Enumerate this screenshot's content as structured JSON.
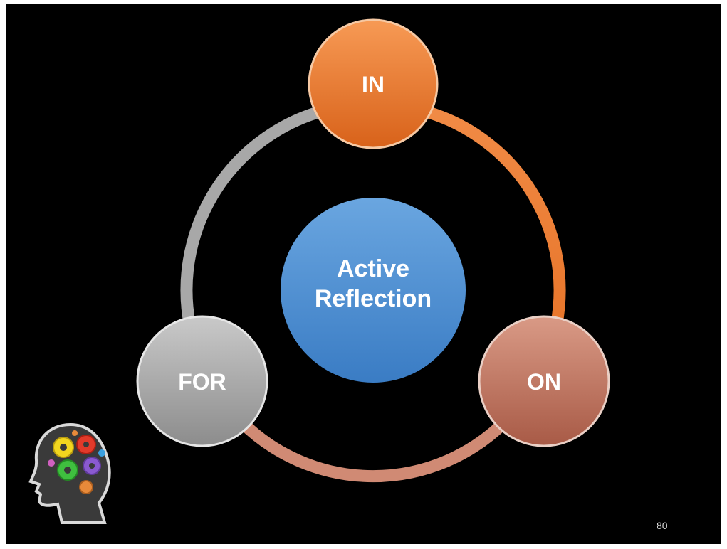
{
  "diagram": {
    "center_line1": "Active",
    "center_line2": "Reflection",
    "nodes": {
      "in": "IN",
      "on": "ON",
      "for": "FOR"
    },
    "colors": {
      "in": "#e8762b",
      "on": "#c0705a",
      "for": "#a6a6a6",
      "center": "#4a8fd2"
    }
  },
  "slide": {
    "page_number": "80"
  },
  "icons": [
    "head-with-gears-icon"
  ]
}
